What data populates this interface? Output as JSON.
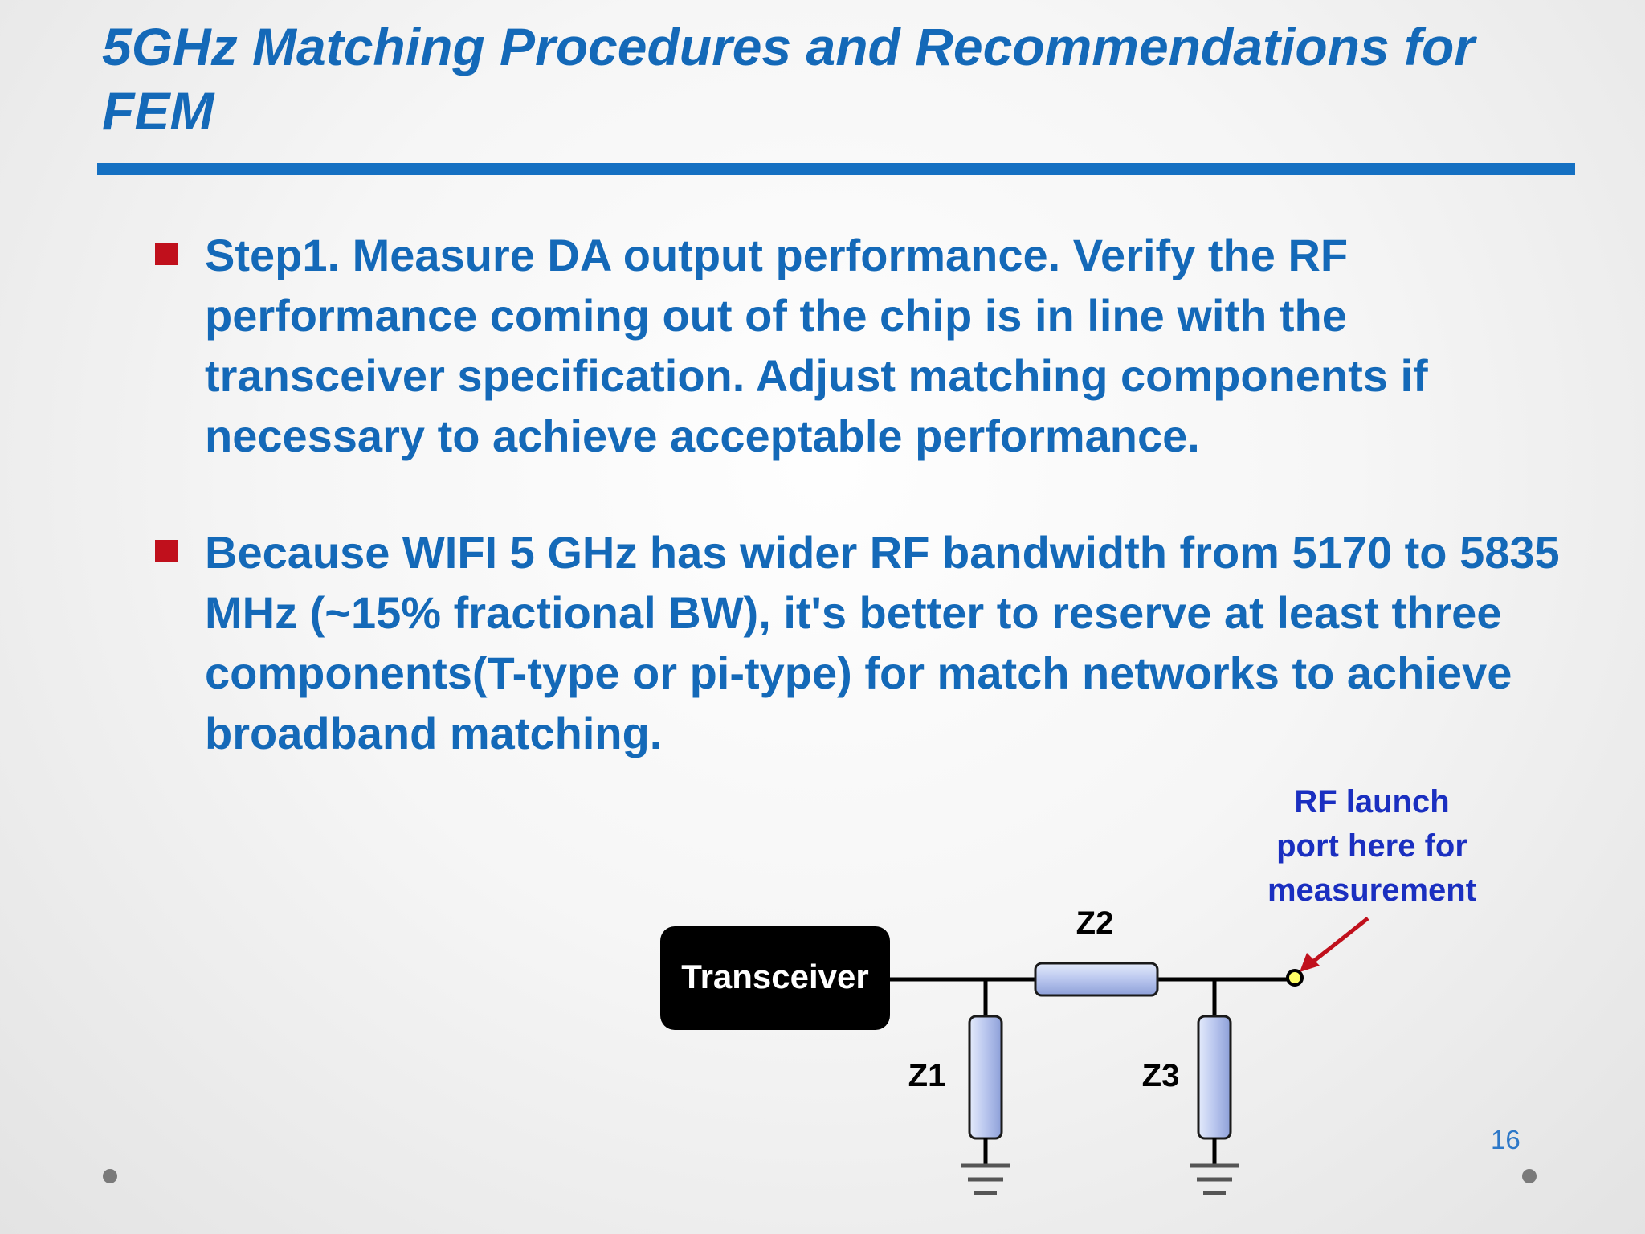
{
  "slide": {
    "title": "5GHz Matching Procedures and Recommendations for FEM",
    "page_number": "16",
    "bullets": [
      {
        "text": "Step1. Measure DA output performance. Verify the RF performance coming out of the chip is in line with the transceiver specification. Adjust matching components if necessary to achieve acceptable performance."
      },
      {
        "text": "Because WIFI 5 GHz has wider RF bandwidth from 5170 to 5835 MHz (~15% fractional BW), it's better to reserve at least three components(T-type or pi-type) for match networks to achieve broadband matching."
      }
    ]
  },
  "diagram": {
    "block_label": "Transceiver",
    "z1_label": "Z1",
    "z2_label": "Z2",
    "z3_label": "Z3",
    "annotation_line1": "RF launch",
    "annotation_line2": "port here for",
    "annotation_line3": "measurement"
  },
  "colors": {
    "title": "#1469b8",
    "bullet_marker": "#c0101c",
    "annotation": "#1a2fc0",
    "arrow": "#c0101c"
  }
}
